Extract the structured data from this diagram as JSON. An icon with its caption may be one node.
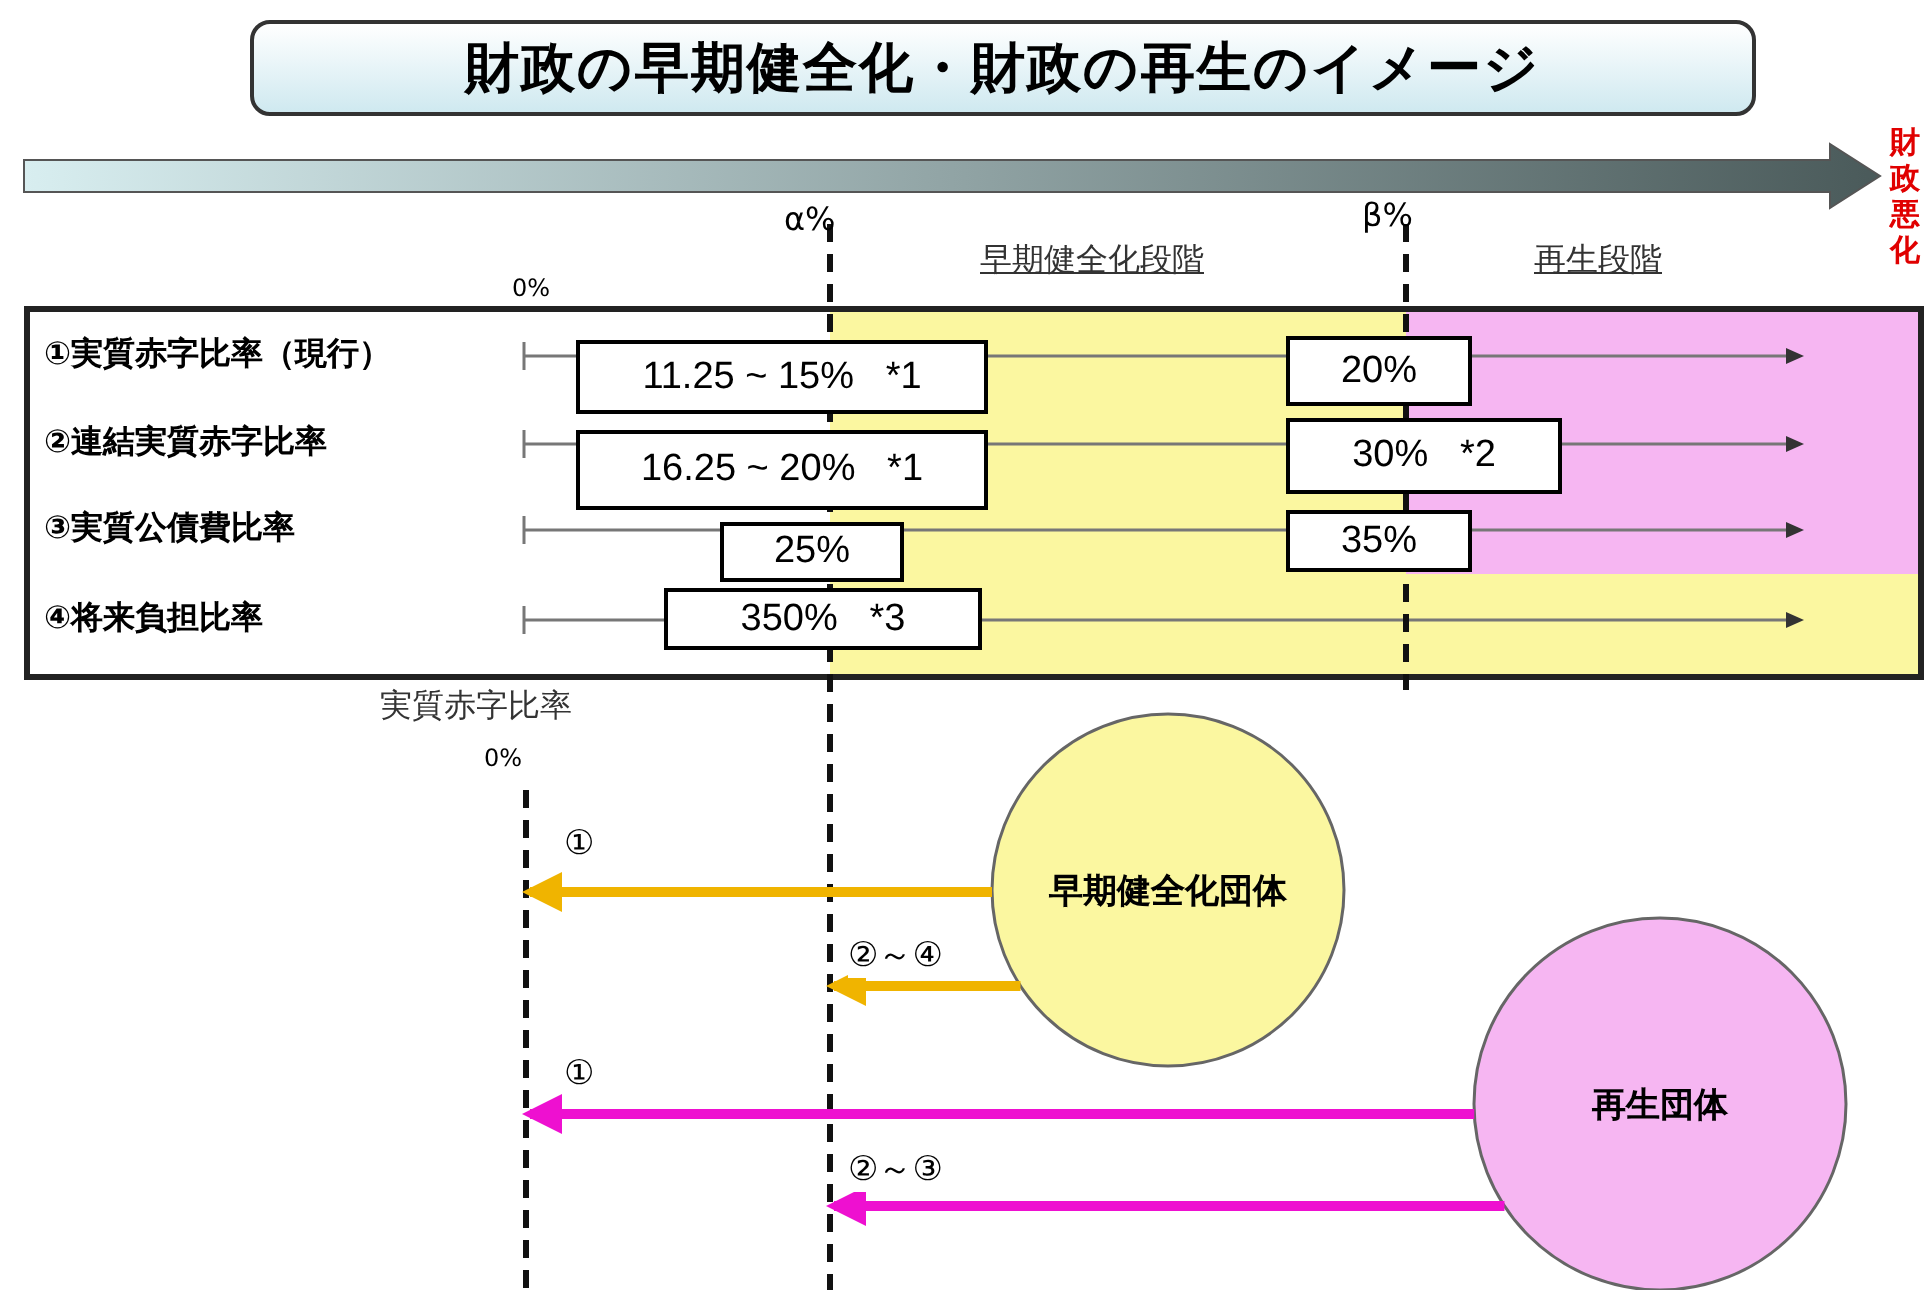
{
  "diagram": {
    "title": "財政の早期健全化・財政の再生のイメージ",
    "nodes": [
      {
        "text": [
          "11.25 ~ 15% *1"
        ]
      },
      {
        "text": [
          "20%"
        ]
      },
      {
        "text": [
          "16.25 ~ 20% *1"
        ]
      },
      {
        "text": [
          "30% *2"
        ]
      },
      {
        "text": [
          "25%"
        ]
      },
      {
        "text": [
          "35%"
        ]
      },
      {
        "text": [
          "350% *3"
        ]
      },
      {
        "text": [
          "早期健全化団体"
        ]
      },
      {
        "text": [
          "再生団体"
        ]
      }
    ],
    "edges": [
      {
        "from": 7,
        "to": null,
        "arrow": "to",
        "label": "①",
        "color": "#f0b400"
      },
      {
        "from": 7,
        "to": null,
        "arrow": "to",
        "label": "②～④",
        "color": "#f0b400"
      },
      {
        "from": 8,
        "to": null,
        "arrow": "to",
        "label": "①",
        "color": "#ee10d0"
      },
      {
        "from": 8,
        "to": null,
        "arrow": "to",
        "label": "②～③",
        "color": "#ee10d0"
      }
    ],
    "labels": [
      "財政悪化",
      "α%",
      "β%",
      "早期健全化段階",
      "再生段階",
      "①実質赤字比率（現行）",
      "0%",
      "②連結実質赤字比率",
      "③実質公債費比率",
      "④将来負担比率",
      "実質赤字比率",
      "0%"
    ]
  }
}
